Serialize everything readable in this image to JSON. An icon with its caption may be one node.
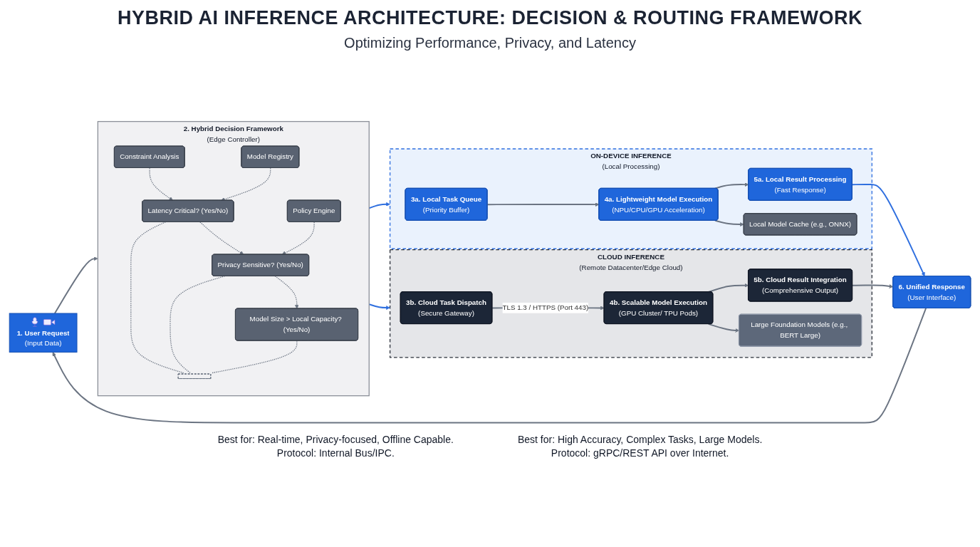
{
  "diagram": {
    "title": "HYBRID AI INFERENCE ARCHITECTURE: DECISION & ROUTING FRAMEWORK",
    "nodes": [
      {
        "text": [
          "1. User Request",
          "(Input Data)"
        ]
      },
      {
        "text": [
          "2. Hybrid Decision Framework",
          "(Edge Controller)"
        ]
      },
      {
        "text": [
          "Constraint Analysis"
        ],
        "in": 1
      },
      {
        "text": [
          "Model Registry"
        ],
        "in": 1
      },
      {
        "text": [
          "Policy Engine"
        ],
        "in": 1
      },
      {
        "text": [
          "Latency Critical? (Yes/No)"
        ],
        "in": 1
      },
      {
        "text": [
          "Privacy Sensitive? (Yes/No)"
        ],
        "in": 1
      },
      {
        "text": [
          "Model Size > Local Capacity? (Yes/No)"
        ],
        "in": 1
      },
      {
        "text": [],
        "shape": "bar",
        "in": 1
      },
      {
        "text": [
          "ON-DEVICE INFERENCE",
          "(Local Processing)"
        ],
        "beside": [
          "Best for: Real-time, Privacy-focused, Offline Capable.",
          "Protocol: Internal Bus/IPC."
        ]
      },
      {
        "text": [
          "3a. Local Task Queue",
          "(Priority Buffer)"
        ],
        "in": 9
      },
      {
        "text": [
          "4a. Lightweight Model Execution",
          "(NPU/CPU/GPU Acceleration)"
        ],
        "in": 9
      },
      {
        "text": [
          "5a. Local Result Processing",
          "(Fast Response)"
        ],
        "in": 9
      },
      {
        "text": [
          "Local Model Cache (e.g., ONNX)"
        ],
        "in": 9
      },
      {
        "text": [
          "CLOUD INFERENCE",
          "(Remote Datacenter/Edge Cloud)"
        ],
        "beside": [
          "Best for: High Accuracy, Complex Tasks, Large Models.",
          "Protocol: gRPC/REST API over Internet."
        ]
      },
      {
        "text": [
          "3b. Cloud Task Dispatch",
          "(Secure Gateway)"
        ],
        "in": 14
      },
      {
        "text": [
          "4b. Scalable Model Execution",
          "(GPU Cluster/ TPU Pods)"
        ],
        "in": 14
      },
      {
        "text": [
          "5b. Cloud Result Integration",
          "(Comprehensive Output)"
        ],
        "in": 14
      },
      {
        "text": [
          "Large Foundation Models (e.g., BERT Large)"
        ],
        "in": 14
      },
      {
        "text": [
          "6. Unified Response",
          "(User Interface)"
        ]
      }
    ],
    "edges": [
      {
        "from": 0,
        "to": 1,
        "arrow": "to"
      },
      {
        "from": 2,
        "to": 5,
        "arrow": "to",
        "style": "dashed"
      },
      {
        "from": 3,
        "to": 5,
        "arrow": "to",
        "style": "dashed"
      },
      {
        "from": 4,
        "to": 6,
        "arrow": "to",
        "style": "dashed"
      },
      {
        "from": 5,
        "to": 6,
        "arrow": "to",
        "style": "dashed"
      },
      {
        "from": 6,
        "to": 7,
        "arrow": "to",
        "style": "dashed"
      },
      {
        "from": 5,
        "to": 8,
        "arrow": "none",
        "style": "dashed"
      },
      {
        "from": 6,
        "to": 8,
        "arrow": "none",
        "style": "dashed"
      },
      {
        "from": 7,
        "to": 8,
        "arrow": "none",
        "style": "dashed"
      },
      {
        "from": 1,
        "to": 9,
        "arrow": "to",
        "color": "#2f6fdf"
      },
      {
        "from": 1,
        "to": 14,
        "arrow": "to",
        "color": "#2f6fdf"
      },
      {
        "from": 10,
        "to": 11,
        "arrow": "to"
      },
      {
        "from": 11,
        "to": 12,
        "arrow": "to"
      },
      {
        "from": 11,
        "to": 13,
        "arrow": "to"
      },
      {
        "from": 15,
        "to": 16,
        "arrow": "to",
        "label": "TLS 1.3 / HTTPS (Port 443)"
      },
      {
        "from": 16,
        "to": 17,
        "arrow": "to"
      },
      {
        "from": 16,
        "to": 18,
        "arrow": "to"
      },
      {
        "from": 12,
        "to": 19,
        "arrow": "to",
        "color": "#2f6fdf"
      },
      {
        "from": 17,
        "to": 19,
        "arrow": "to"
      },
      {
        "from": 19,
        "to": 0,
        "arrow": "to"
      }
    ],
    "labels": [
      "Optimizing Performance, Privacy, and Latency"
    ]
  }
}
